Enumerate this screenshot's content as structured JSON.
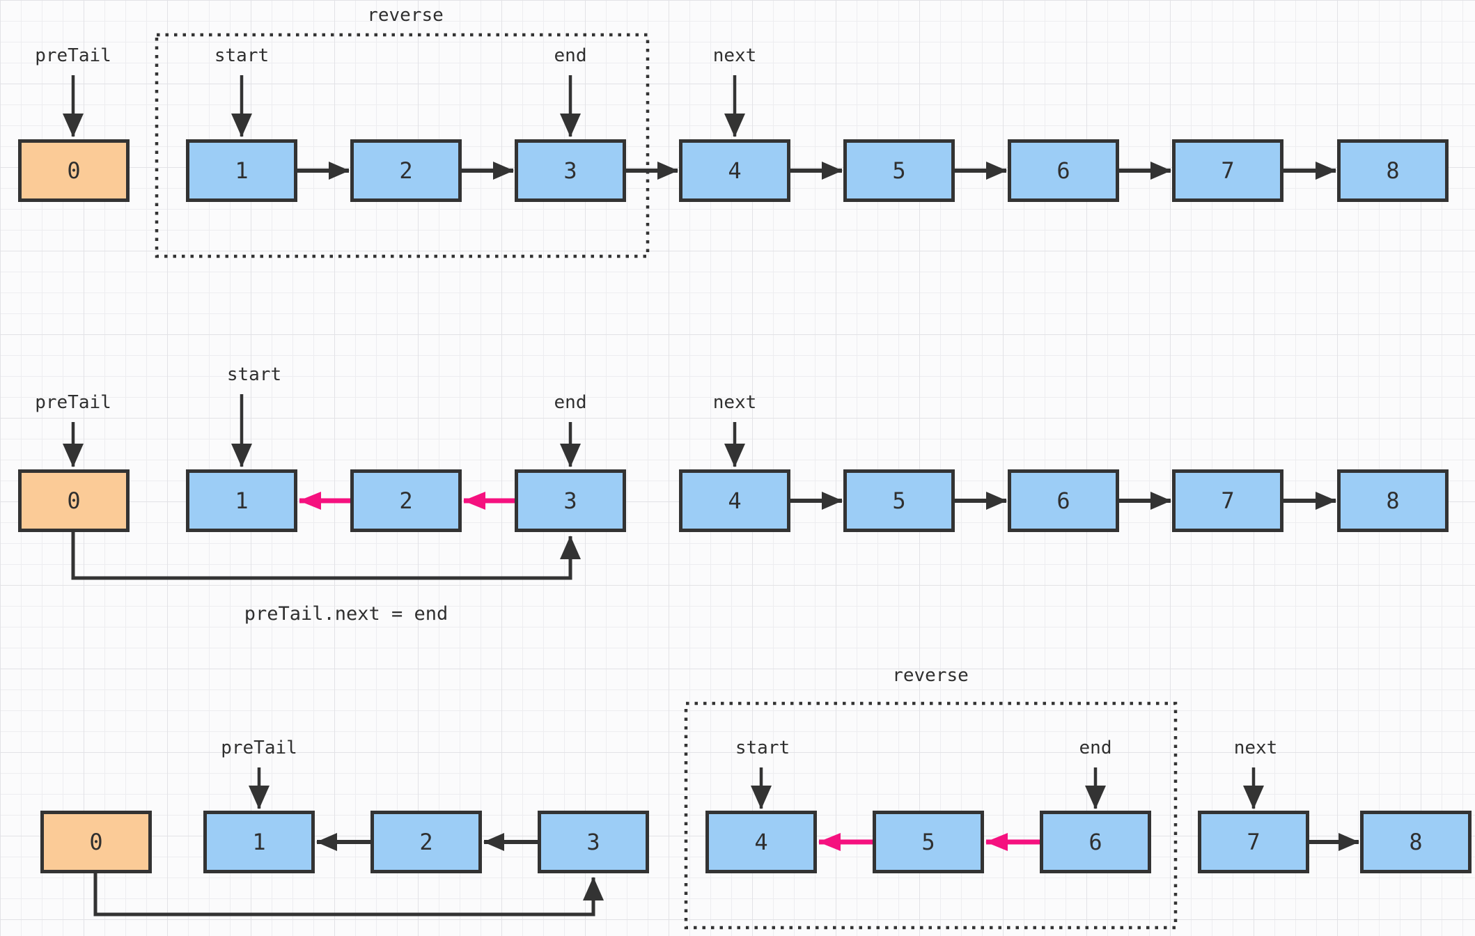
{
  "colors": {
    "node_fill": "#9ccdf6",
    "dummy_node_fill": "#fbcb97",
    "stroke": "#333333",
    "reversed_arrow": "#f5117f",
    "background": "#fbfbfc",
    "grid_line": "#e9e9ec"
  },
  "rows": [
    {
      "group_label": "reverse",
      "pointers": {
        "pre_tail": "preTail",
        "start": "start",
        "end": "end",
        "next": "next"
      },
      "nodes": [
        "0",
        "1",
        "2",
        "3",
        "4",
        "5",
        "6",
        "7",
        "8"
      ]
    },
    {
      "pointers": {
        "pre_tail": "preTail",
        "start": "start",
        "end": "end",
        "next": "next"
      },
      "nodes": [
        "0",
        "1",
        "2",
        "3",
        "4",
        "5",
        "6",
        "7",
        "8"
      ],
      "caption": "preTail.next = end"
    },
    {
      "group_label": "reverse",
      "pointers": {
        "pre_tail": "preTail",
        "start": "start",
        "end": "end",
        "next": "next"
      },
      "nodes": [
        "0",
        "1",
        "2",
        "3",
        "4",
        "5",
        "6",
        "7",
        "8"
      ]
    }
  ]
}
